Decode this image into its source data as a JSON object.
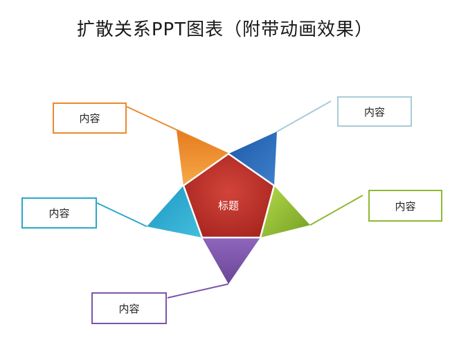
{
  "title": "扩散关系PPT图表（附带动画效果）",
  "center": {
    "label": "标题",
    "color": "#C0392B"
  },
  "nodes": [
    {
      "id": "top-left",
      "label": "内容",
      "color": "#E98A2E"
    },
    {
      "id": "top-right",
      "label": "内容",
      "color": "#2F6DB5"
    },
    {
      "id": "right",
      "label": "内容",
      "color": "#8FB832"
    },
    {
      "id": "bottom",
      "label": "内容",
      "color": "#7B55A8"
    },
    {
      "id": "left",
      "label": "内容",
      "color": "#2BA8C9"
    }
  ]
}
